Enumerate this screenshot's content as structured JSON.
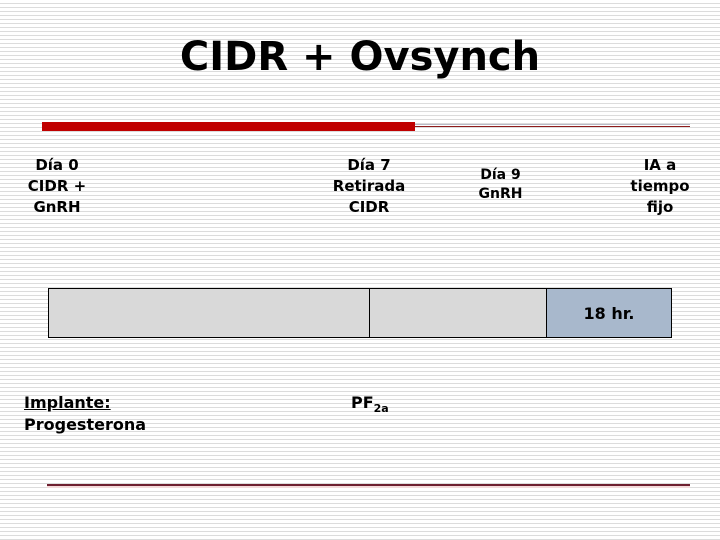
{
  "slide": {
    "title": "CIDR + Ovsynch",
    "background_color": "#ffffff",
    "accent_color": "#c00000"
  },
  "events": [
    {
      "id": "day0",
      "label": "Día 0\nCIDR +\nGnRH",
      "marker_color": "#ffff00",
      "marker_name": "yellow-down-triangle"
    },
    {
      "id": "day7",
      "label": "Día 7\nRetirada\nCIDR",
      "marker_color": "#ffff00",
      "marker_name": "yellow-down-triangle"
    },
    {
      "id": "day9",
      "label": "Día 9\nGnRH",
      "marker_color": "#1a8c1a",
      "marker_name": "green-down-triangle"
    },
    {
      "id": "ia",
      "label": "IA a\ntiempo\nfijo",
      "marker_color": "#c01111",
      "marker_name": "red-down-triangle"
    }
  ],
  "timeline": {
    "cells": [
      {
        "id": "segment-cidr",
        "text": "",
        "color": "#d9d9d9"
      },
      {
        "id": "segment-gnrh",
        "text": "",
        "color": "#d9d9d9"
      },
      {
        "id": "segment-18hr",
        "text": "18 hr.",
        "color": "#a8b8cc"
      }
    ]
  },
  "treatments": [
    {
      "id": "implante",
      "line1": "Implante:",
      "line2": "Progesterona",
      "marker_color": "#191970",
      "marker_name": "navy-up-triangle"
    },
    {
      "id": "pf2a",
      "base": "PF",
      "subscript": "2a",
      "marker_color": "#191970",
      "marker_name": "navy-up-triangle"
    }
  ]
}
